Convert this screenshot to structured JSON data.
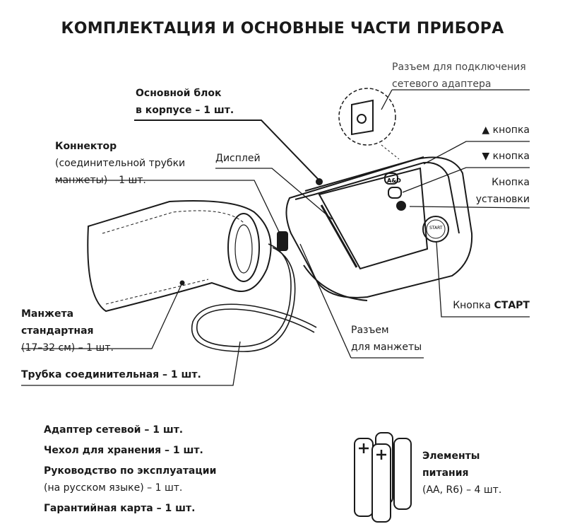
{
  "title": "КОМПЛЕКТАЦИЯ И ОСНОВНЫЕ ЧАСТИ ПРИБОРА",
  "labels": {
    "adapter_socket": [
      "Разъем для подключения",
      "сетевого адаптера"
    ],
    "main_unit": [
      "Основной блок",
      "в корпусе – 1 шт."
    ],
    "connector": [
      "Коннектор",
      "(соединительной трубки",
      "манжеты) – 1 шт."
    ],
    "display": "Дисплей",
    "up_button": {
      "symbol": "▲",
      "text": "кнопка"
    },
    "down_button": {
      "symbol": "▼",
      "text": "кнопка"
    },
    "set_button": [
      "Кнопка",
      "установки"
    ],
    "start_button": {
      "prefix": "Кнопка ",
      "bold": "СТАРТ"
    },
    "cuff_socket": [
      "Разъем",
      "для манжеты"
    ],
    "cuff": [
      "Манжета",
      "стандартная",
      "(17–32 см) – 1 шт."
    ],
    "tube": "Трубка соединительная – 1 шт.",
    "batteries": [
      "Элементы",
      "питания",
      "(АА, R6) – 4 шт."
    ]
  },
  "device": {
    "brand": "A&D",
    "start_text": "START"
  },
  "accessories": [
    "Адаптер сетевой – 1 шт.",
    "Чехол для хранения – 1 шт.",
    "Руководство по эксплуатации",
    "(на русском языке) – 1 шт.",
    "Гарантийная карта – 1 шт."
  ]
}
